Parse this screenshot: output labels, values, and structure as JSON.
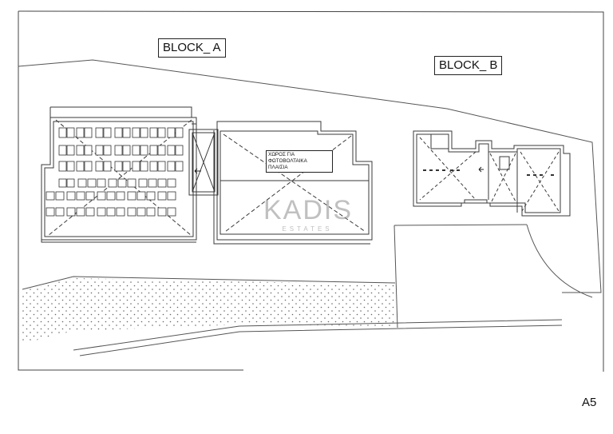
{
  "labels": {
    "block_a": "BLOCK_ A",
    "block_b": "BLOCK_ B"
  },
  "pv_note": {
    "line1": "ΧΩΡΟΣ ΓΙΑ",
    "line2": "ΦΩΤΟΒΟΛΤΑΙΚΑ",
    "line3": "ΠΛΑΙΣΙΑ"
  },
  "watermark": {
    "name": "KADIS",
    "sub": "ESTATES"
  },
  "page_label": "A5",
  "colors": {
    "line": "#3a3a3a",
    "hatch_dots": "#555555",
    "watermark": "#8c8c8c"
  },
  "icons": [
    "roof-slope-arrow-icon",
    "solar-panel-icon",
    "vent-icon"
  ]
}
